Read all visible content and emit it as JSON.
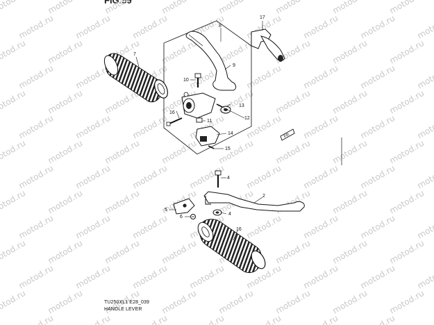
{
  "figure": {
    "title": "FIG.59"
  },
  "caption": {
    "code": "TU250XL1 E28_039",
    "name": "HANDLE LEVER"
  },
  "watermark": {
    "text": "motod.ru"
  },
  "callouts": [
    "1",
    "2",
    "4",
    "5",
    "6",
    "7",
    "8",
    "9",
    "10",
    "11",
    "12",
    "13",
    "14",
    "15",
    "16",
    "17"
  ],
  "icons": [
    "front-direction-icon"
  ]
}
